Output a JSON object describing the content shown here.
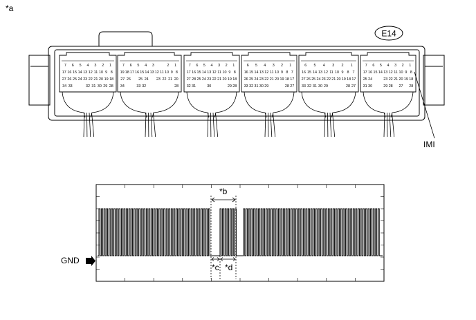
{
  "figure_label": "*a",
  "connector": {
    "id": "E14",
    "terminal": "IMI",
    "blocks": [
      {
        "r1": [
          "7",
          "6",
          "5",
          "4",
          "3",
          "2",
          "1"
        ],
        "r2": [
          "17",
          "16",
          "15",
          "14",
          "13",
          "12",
          "11",
          "10",
          "9",
          "8"
        ],
        "r3": [
          "27",
          "26",
          "25",
          "24",
          "23",
          "22",
          "21",
          "20",
          "19",
          "18"
        ],
        "r4": [
          "34",
          "33",
          "",
          "",
          "32",
          "31",
          "30",
          "29",
          "28"
        ]
      },
      {
        "r1": [
          "7",
          "6",
          "5",
          "4",
          "3",
          "",
          "2",
          "1"
        ],
        "r2": [
          "19",
          "18",
          "17",
          "16",
          "15",
          "14",
          "13",
          "12",
          "11",
          "10",
          "9",
          "8"
        ],
        "r3": [
          "27",
          "26",
          "",
          "25",
          "24",
          "",
          "23",
          "22",
          "21",
          "20"
        ],
        "r4": [
          "34",
          "",
          "",
          "33",
          "32",
          "",
          "",
          "",
          "",
          "",
          "28"
        ]
      },
      {
        "r1": [
          "7",
          "6",
          "5",
          "4",
          "3",
          "2",
          "1"
        ],
        "r2": [
          "17",
          "16",
          "15",
          "14",
          "13",
          "12",
          "11",
          "10",
          "9",
          "8"
        ],
        "r3": [
          "27",
          "28",
          "25",
          "24",
          "23",
          "22",
          "21",
          "20",
          "19",
          "18"
        ],
        "r4": [
          "32",
          "31",
          "",
          "",
          "30",
          "",
          "",
          "",
          "29",
          "28"
        ]
      },
      {
        "r1": [
          "6",
          "5",
          "4",
          "3",
          "2",
          "1"
        ],
        "r2": [
          "16",
          "15",
          "14",
          "13",
          "12",
          "11",
          "10",
          "9",
          "8",
          "7"
        ],
        "r3": [
          "26",
          "25",
          "24",
          "23",
          "22",
          "21",
          "20",
          "19",
          "18",
          "17"
        ],
        "r4": [
          "33",
          "32",
          "31",
          "30",
          "29",
          "",
          "",
          "",
          "28",
          "27"
        ]
      },
      {
        "r1": [
          "6",
          "5",
          "4",
          "3",
          "2",
          "1"
        ],
        "r2": [
          "16",
          "15",
          "14",
          "13",
          "12",
          "11",
          "10",
          "9",
          "8",
          "7"
        ],
        "r3": [
          "27",
          "26",
          "25",
          "24",
          "23",
          "22",
          "21",
          "20",
          "19",
          "18",
          "17"
        ],
        "r4": [
          "33",
          "32",
          "31",
          "30",
          "29",
          "",
          "",
          "",
          "28",
          "27"
        ]
      },
      {
        "r1": [
          "7",
          "6",
          "5",
          "4",
          "3",
          "2",
          "1"
        ],
        "r2": [
          "17",
          "16",
          "15",
          "14",
          "13",
          "12",
          "11",
          "10",
          "9",
          "8"
        ],
        "r3": [
          "25",
          "24",
          "",
          "",
          "23",
          "22",
          "21",
          "20",
          "19",
          "18"
        ],
        "r4": [
          "31",
          "30",
          "",
          "",
          "29",
          "28",
          "",
          "27",
          "",
          "28"
        ]
      }
    ]
  },
  "waveform": {
    "ground_label": "GND",
    "label_b": "*b",
    "label_c": "*c",
    "label_d": "*d"
  }
}
